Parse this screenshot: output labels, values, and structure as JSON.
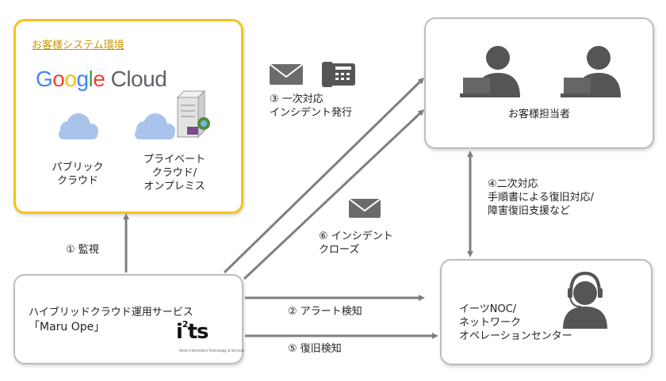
{
  "customer_env": {
    "title": "お客様システム環境",
    "brand": {
      "g1": "G",
      "o1": "o",
      "o2": "o",
      "g2": "g",
      "l": "l",
      "e": "e",
      "cloud": " Cloud"
    },
    "public_cloud_label": "パブリック\nクラウド",
    "private_label": "プライベート\nクラウド/\nオンプレミス"
  },
  "customer_staff": {
    "label": "お客様担当者"
  },
  "noc": {
    "label": "イーツNOC/\nネットワーク\nオペレーションセンター"
  },
  "service": {
    "name_line1": "ハイブリッドクラウド運用サービス",
    "name_line2": "「Maru Ope」",
    "logo_main": "i",
    "logo_sup": "2",
    "logo_rest": "ts",
    "logo_sub": "Home Information Technology & Services"
  },
  "flows": {
    "monitor": "① 監視",
    "alert": "② アラート検知",
    "first_response": "③ 一次対応\nインシデント発行",
    "second_response": "④二次対応\n手順書による復旧対応/\n障害復旧支援など",
    "recovery": "⑤ 復旧検知",
    "close": "⑥ インシデント\nクローズ"
  },
  "colors": {
    "accent": "#f5c518",
    "arrow": "#7f7f7f",
    "icon": "#5f5f5f",
    "cloud": "#a9c4eb"
  },
  "icons": [
    "mail-icon",
    "phone-icon",
    "person-laptop-icon",
    "headset-operator-icon",
    "cloud-icon",
    "server-icon"
  ]
}
